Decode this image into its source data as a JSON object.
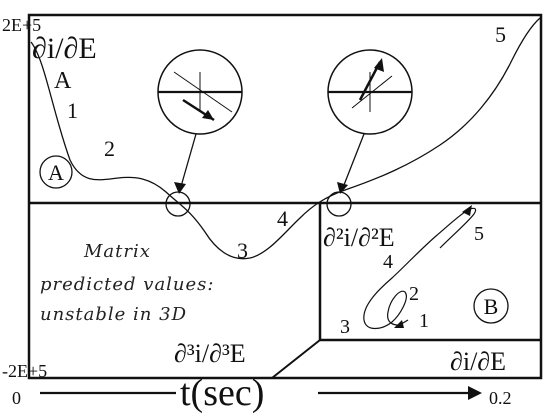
{
  "axes": {
    "y_top_label": "2E+5",
    "y_bottom_label": "-2E+5",
    "x_left_label": "0",
    "x_right_label": "0.2",
    "x_axis_title": "t(sec)"
  },
  "panel_a": {
    "y_label": "∂i/∂E",
    "y_label_sub": "A",
    "marker": "A",
    "point_labels": [
      "1",
      "2",
      "3",
      "4",
      "5"
    ]
  },
  "panel_b": {
    "y_label": "∂²i/∂²E",
    "z_label": "∂³i/∂³E",
    "x_label": "∂i/∂E",
    "marker": "B",
    "point_labels": [
      "1",
      "2",
      "3",
      "4",
      "5"
    ]
  },
  "note_lines": [
    "Matrix",
    "predicted values:",
    "unstable in 3D"
  ]
}
